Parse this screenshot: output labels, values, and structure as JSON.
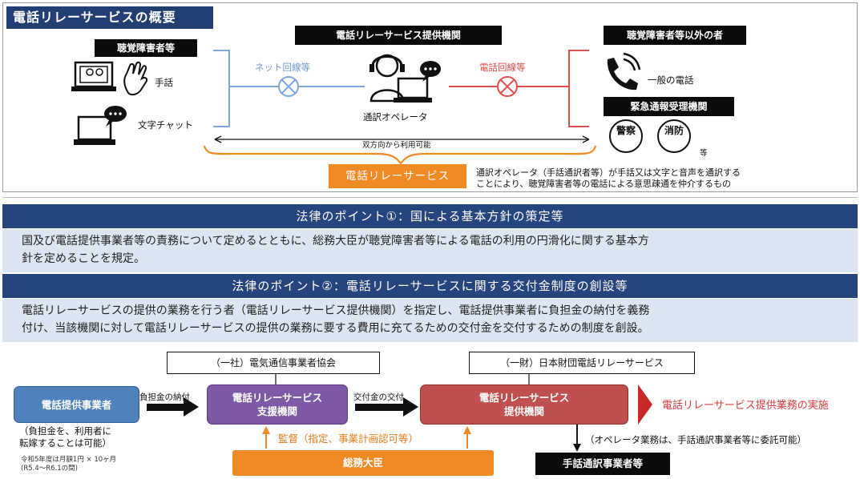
{
  "colors": {
    "navy": "#223f73",
    "header_blue": "#25457e",
    "light_blue_bg": "#dce6f2",
    "blue_line": "#7ea7d8",
    "red_line": "#e05050",
    "orange": "#f08a24",
    "purple": "#7e5aa6",
    "red_box": "#c0504d",
    "blue_box": "#4f81bd"
  },
  "overview": {
    "title": "電話リレーサービスの概要",
    "left_label": "聴覚障害者等",
    "sign_language": "手話",
    "text_chat": "文字チャット",
    "center_label": "電話リレーサービス提供機関",
    "operator": "通訳オペレータ",
    "net_line": "ネット回線等",
    "phone_line": "電話回線等",
    "right_label": "聴覚障害者等以外の者",
    "general_phone": "一般の電話",
    "emergency_label": "緊急通報受理機関",
    "police": "警察",
    "fire": "消防",
    "etc": "等",
    "both_ways": "双方向から利用可能",
    "service_name": "電話リレーサービス",
    "definition_line1": "通訳オペレータ（手話通訳者等）が手話又は文字と音声を通訳する",
    "definition_line2": "ことにより、聴覚障害者等の電話による意思疎通を仲介するもの",
    "icons": [
      "computer-sign-icon",
      "hand-sign-icon",
      "laptop-chat-icon",
      "operator-headset-icon",
      "phone-icon",
      "block-x-icon"
    ]
  },
  "law": {
    "point1_header": "法律のポイント①：国による基本方針の策定等",
    "point1_line1": "国及び電話提供事業者等の責務について定めるとともに、総務大臣が聴覚障害者等による電話の利用の円滑化に関する基本方",
    "point1_line2": "針を定めることを規定。",
    "point2_header": "法律のポイント②：電話リレーサービスに関する交付金制度の創設等",
    "point2_line1": "電話リレーサービスの提供の業務を行う者（電話リレーサービス提供機関）を指定し、電話提供事業者に負担金の納付を義務",
    "point2_line2": "付け、当該機関に対して電話リレーサービスの提供の業務に要する費用に充てるための交付金を交付するための制度を創設。"
  },
  "flow": {
    "provider": "電話提供事業者",
    "burden_payment": "負担金の納付",
    "provider_note1": "（負担金を、利用者に",
    "provider_note2": "転嫁することは可能）",
    "fee_note1": "令和5年度は月額1円 × 10ヶ月",
    "fee_note2": "(R5.4～R6.1の間)",
    "assoc": "（一社）電気通信事業者協会",
    "support_line1": "電話リレーサービス",
    "support_line2": "支援機関",
    "grant": "交付金の交付",
    "foundation": "（一財）日本財団電話リレーサービス",
    "provision_line1": "電話リレーサービス",
    "provision_line2": "提供機関",
    "implement": "電話リレーサービス提供業務の実施",
    "supervision": "監督（指定、事業計画認可等）",
    "minister": "総務大臣",
    "operator_note": "（オペレータ業務は、手話通訳事業者等に委託可能）",
    "interpreters": "手話通訳事業者等"
  }
}
